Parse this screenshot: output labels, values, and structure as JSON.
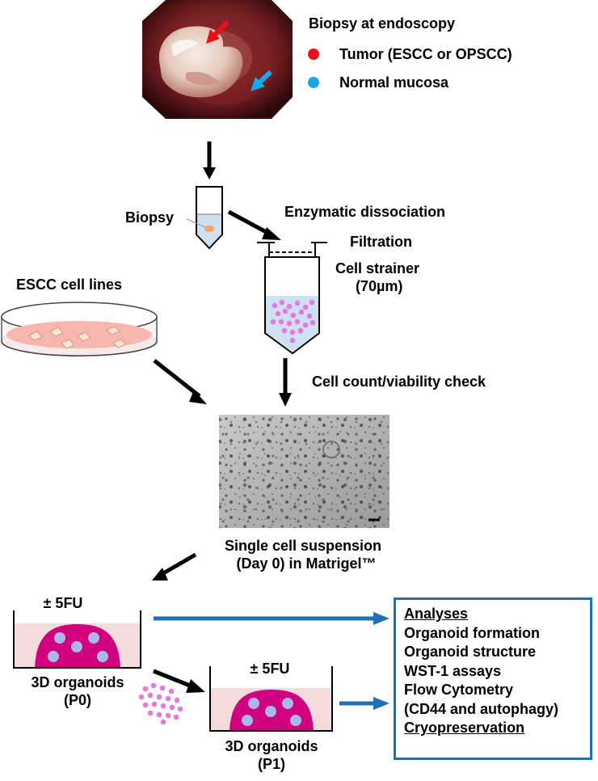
{
  "header": {
    "title": "Biopsy at endoscopy",
    "legend": [
      {
        "label": "Tumor (ESCC or OPSCC)",
        "color": "#e8111a"
      },
      {
        "label": "Normal mucosa",
        "color": "#1aa7e8"
      }
    ]
  },
  "labels": {
    "biopsy": "Biopsy",
    "enzymatic": "Enzymatic dissociation",
    "filtration": "Filtration",
    "strainer_line1": "Cell strainer",
    "strainer_line2": "(70µm)",
    "cell_lines": "ESCC cell lines",
    "count_check": "Cell count/viability check",
    "suspension_line1": "Single cell suspension",
    "suspension_line2": "(Day 0) in Matrigel™",
    "treatment_p0": "± 5FU",
    "treatment_p1": "± 5FU",
    "organoid_p0_line1": "3D organoids",
    "organoid_p0_line2": "(P0)",
    "organoid_p1_line1": "3D organoids",
    "organoid_p1_line2": "(P1)"
  },
  "analyses": {
    "heading": "Analyses",
    "items": [
      "Organoid formation",
      "Organoid structure",
      "WST-1 assays",
      "Flow Cytometry",
      "(CD44 and autophagy)"
    ],
    "footer": "Cryopreservation"
  },
  "colors": {
    "tumor_arrow": "#e8111a",
    "normal_arrow": "#1aa7e8",
    "flow_arrow": "#1f6fb5",
    "organoid": "#d1007f",
    "organoid_cell": "#a9b8e8",
    "medium": "#f5dcdc",
    "dish": "#f07878",
    "cells": "#e47ae0"
  }
}
